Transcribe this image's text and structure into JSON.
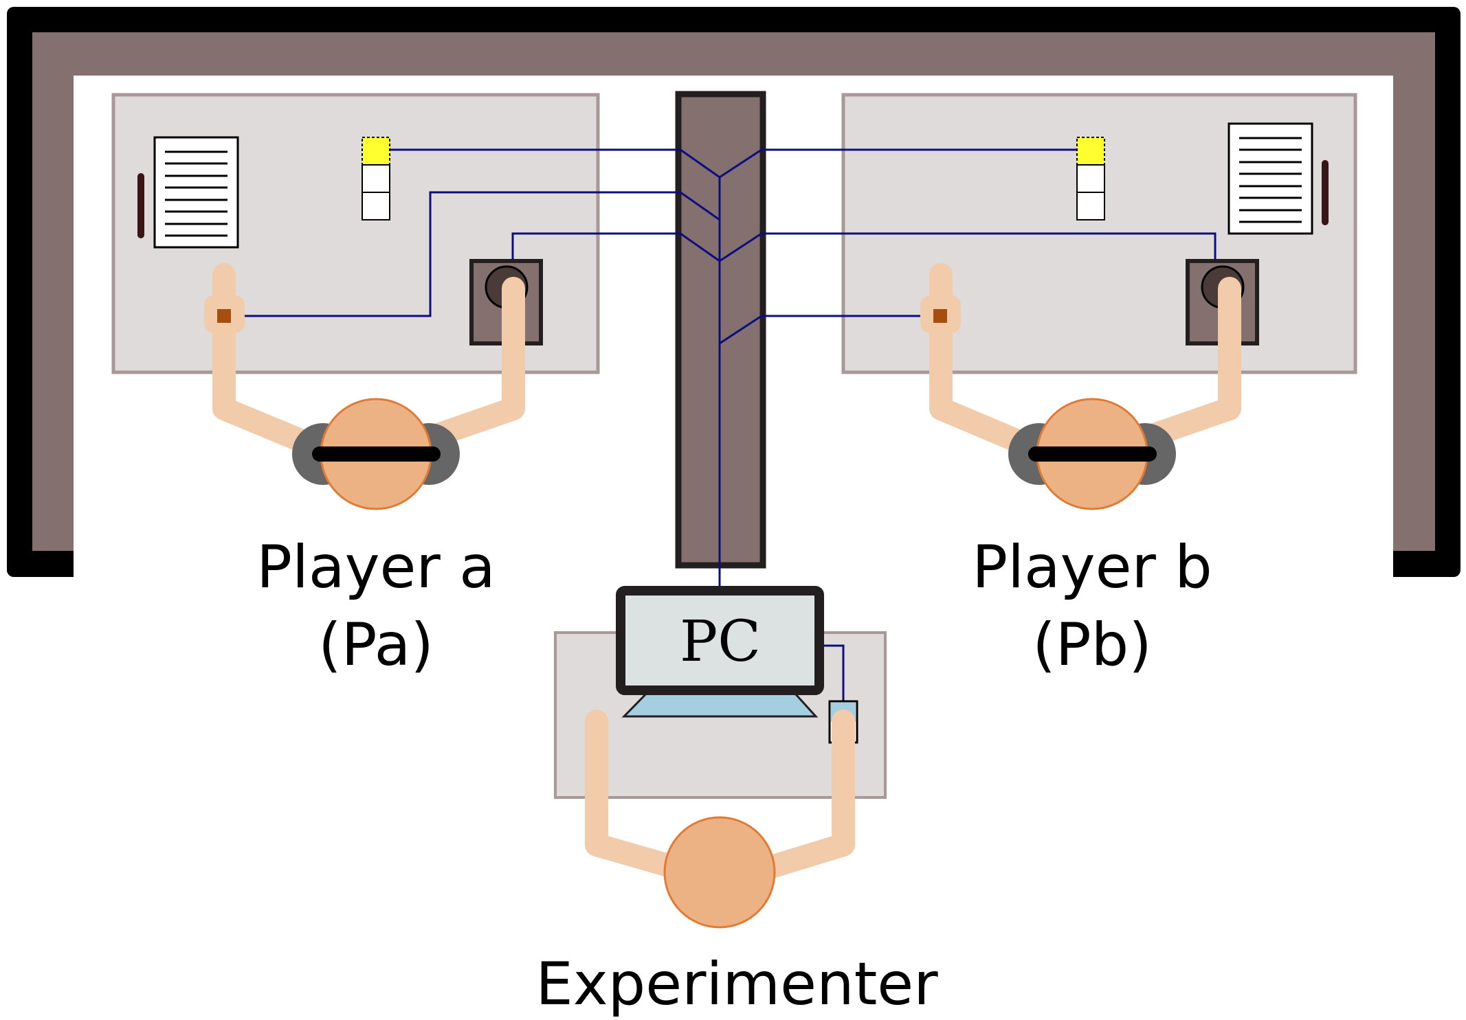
{
  "labels": {
    "player_a_line1": "Player a",
    "player_a_line2": "(Pa)",
    "player_b_line1": "Player b",
    "player_b_line2": "(Pb)",
    "pc": "PC",
    "experimenter": "Experimenter"
  },
  "colors": {
    "wall_outline": "#000000",
    "wall_fill": "#857070",
    "table_fill": "#e0dbdb",
    "table_border": "#a89898",
    "divider_fill": "#857070",
    "wire": "#0d0d80",
    "skin": "#f2cbaa",
    "head": "#edb283",
    "head_outline": "#e07b35",
    "headphones": "#666666",
    "indicator_light": "#ffff30",
    "monitor_screen": "#dce2e2",
    "laptop_keyboard": "#a3cfe0",
    "response_button": "#4a3a38",
    "button_box": "#857070",
    "sensor": "#a64d10",
    "paper_holder": "#3a1515"
  },
  "icons": [
    "paper-sheet-icon",
    "light-indicator-icon",
    "response-button-icon",
    "headphones-icon",
    "computer-mouse-icon",
    "laptop-icon"
  ]
}
